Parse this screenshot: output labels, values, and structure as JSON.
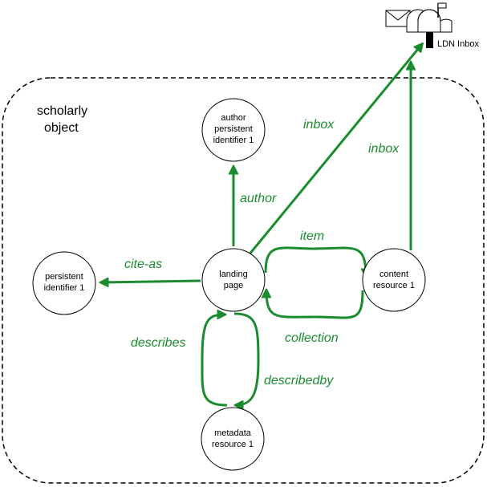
{
  "colors": {
    "edge": "#1a8c2e",
    "node_stroke": "#000000",
    "boundary_stroke": "#000000"
  },
  "group": {
    "label_line1": "scholarly",
    "label_line2": "object"
  },
  "nodes": {
    "author": {
      "line1": "author",
      "line2": "persistent",
      "line3": "identifier 1"
    },
    "persistent": {
      "line1": "persistent",
      "line2": "identifier 1"
    },
    "landing": {
      "line1": "landing",
      "line2": "page"
    },
    "content": {
      "line1": "content",
      "line2": "resource 1"
    },
    "metadata": {
      "line1": "metadata",
      "line2": "resource 1"
    }
  },
  "inbox": {
    "label": "LDN Inbox",
    "icons": [
      "envelope-icon",
      "mailbox-icon",
      "mailbox-flag-icon"
    ]
  },
  "edges": {
    "author": "author",
    "cite_as": "cite-as",
    "inbox_landing": "inbox",
    "inbox_content": "inbox",
    "item": "item",
    "collection": "collection",
    "describes": "describes",
    "describedby": "describedby"
  }
}
